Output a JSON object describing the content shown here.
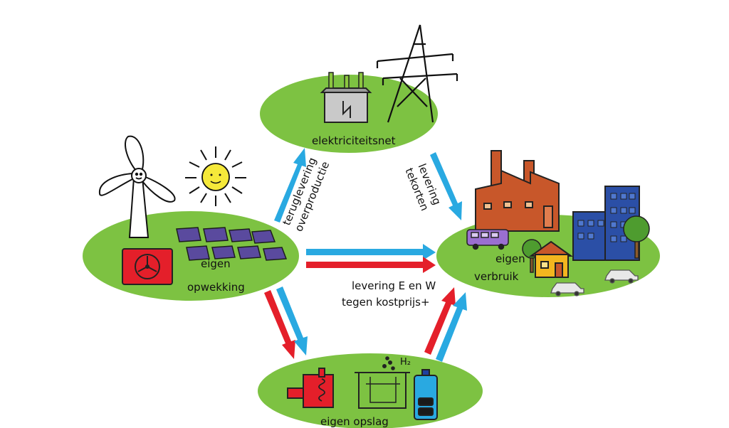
{
  "nodes": {
    "grid": {
      "label": "elektriciteitsnet"
    },
    "generation": {
      "label_line1": "eigen",
      "label_line2": "opwekking"
    },
    "consumption": {
      "label_line1": "eigen",
      "label_line2": "verbruik"
    },
    "storage": {
      "label": "eigen opslag"
    }
  },
  "flows": {
    "feed_in": {
      "line1": "teruglevering",
      "line2": "overproductie"
    },
    "supply_shortage": {
      "line1": "levering",
      "line2": "tekorten"
    },
    "local_supply": {
      "line1": "levering E en W",
      "line2": "tegen kostprijs+"
    }
  },
  "storage_symbol": "H₂",
  "colors": {
    "ellipse": "#7dc242",
    "electric_arrow": "#29a9e1",
    "heat_arrow": "#e41f2a",
    "factory": "#c8572a",
    "apartment": "#2b4fa6",
    "house": "#f3b61f",
    "solar_panel": "#5a4a9e",
    "heat_pump": "#e41f2a",
    "bus": "#9a6fd0"
  }
}
